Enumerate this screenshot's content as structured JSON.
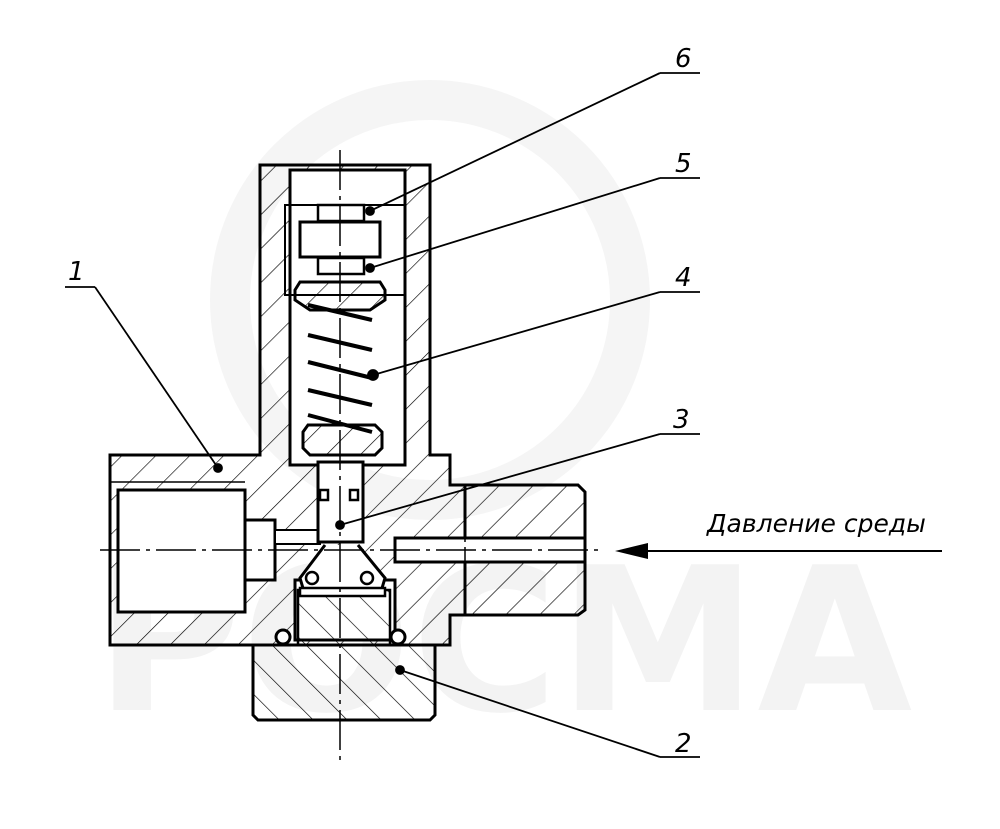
{
  "diagram": {
    "watermark": "РОСМА",
    "pressure_label": "Давление среды",
    "callouts": [
      {
        "id": "1",
        "label": "1"
      },
      {
        "id": "2",
        "label": "2"
      },
      {
        "id": "3",
        "label": "3"
      },
      {
        "id": "4",
        "label": "4"
      },
      {
        "id": "5",
        "label": "5"
      },
      {
        "id": "6",
        "label": "6"
      }
    ],
    "colors": {
      "line": "#000000",
      "watermark": "#f3f3f3",
      "background": "#ffffff"
    }
  }
}
